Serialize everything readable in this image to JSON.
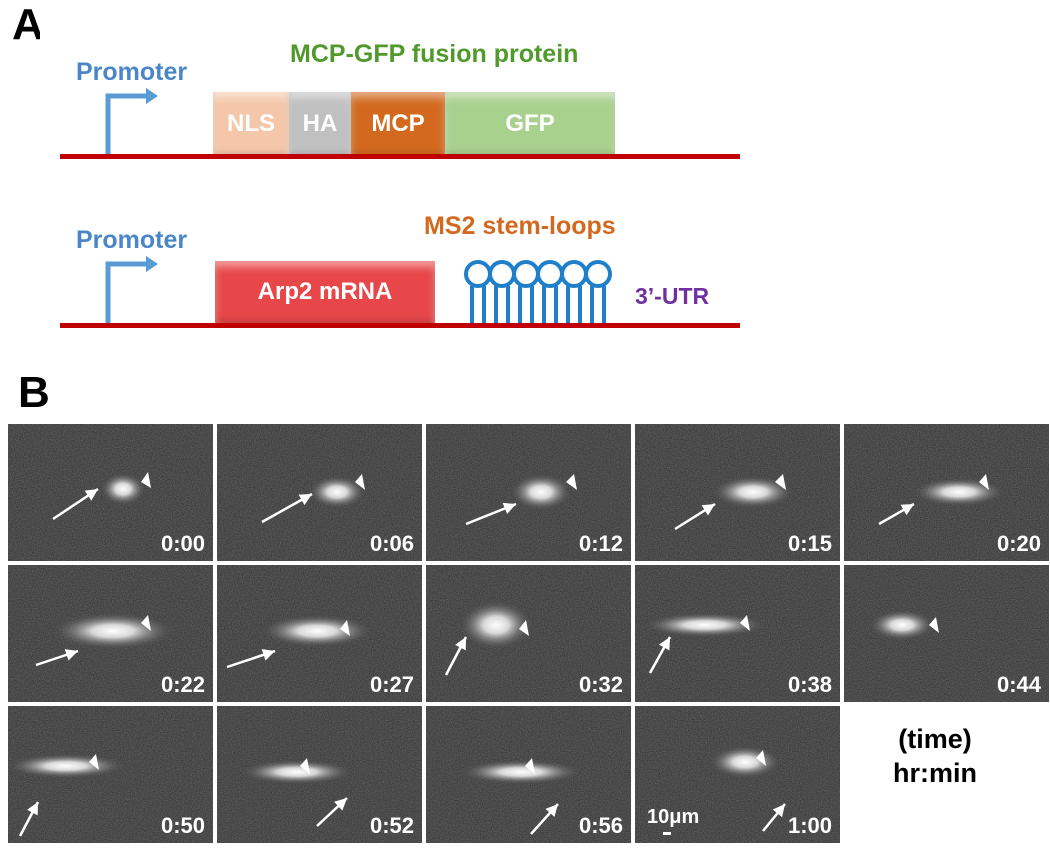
{
  "panels": {
    "a_label": "A",
    "b_label": "B"
  },
  "construct1": {
    "promoter": "Promoter",
    "title": "MCP-GFP fusion protein",
    "segments": [
      {
        "label": "NLS",
        "color": "#f4c7aa"
      },
      {
        "label": "HA",
        "color": "#c0c0c0"
      },
      {
        "label": "MCP",
        "color": "#d2691e"
      },
      {
        "label": "GFP",
        "color": "#a9d18e"
      }
    ]
  },
  "construct2": {
    "promoter": "Promoter",
    "mrna_label": "Arp2 mRNA",
    "stemloops_label": "MS2 stem-loops",
    "utr_label": "3’-UTR",
    "colors": {
      "mrna": "#e8474a",
      "stemloop": "#1f7fc8",
      "promoter_arrow": "#5b9bd5",
      "dna": "#c00000"
    }
  },
  "frames": [
    {
      "time": "0:00"
    },
    {
      "time": "0:06"
    },
    {
      "time": "0:12"
    },
    {
      "time": "0:15"
    },
    {
      "time": "0:20"
    },
    {
      "time": "0:22"
    },
    {
      "time": "0:27"
    },
    {
      "time": "0:32"
    },
    {
      "time": "0:38"
    },
    {
      "time": "0:44"
    },
    {
      "time": "0:50"
    },
    {
      "time": "0:52"
    },
    {
      "time": "0:56"
    },
    {
      "time": "1:00"
    }
  ],
  "scale_bar": "10μm",
  "time_legend": {
    "line1": "(time)",
    "line2": "hr:min"
  }
}
